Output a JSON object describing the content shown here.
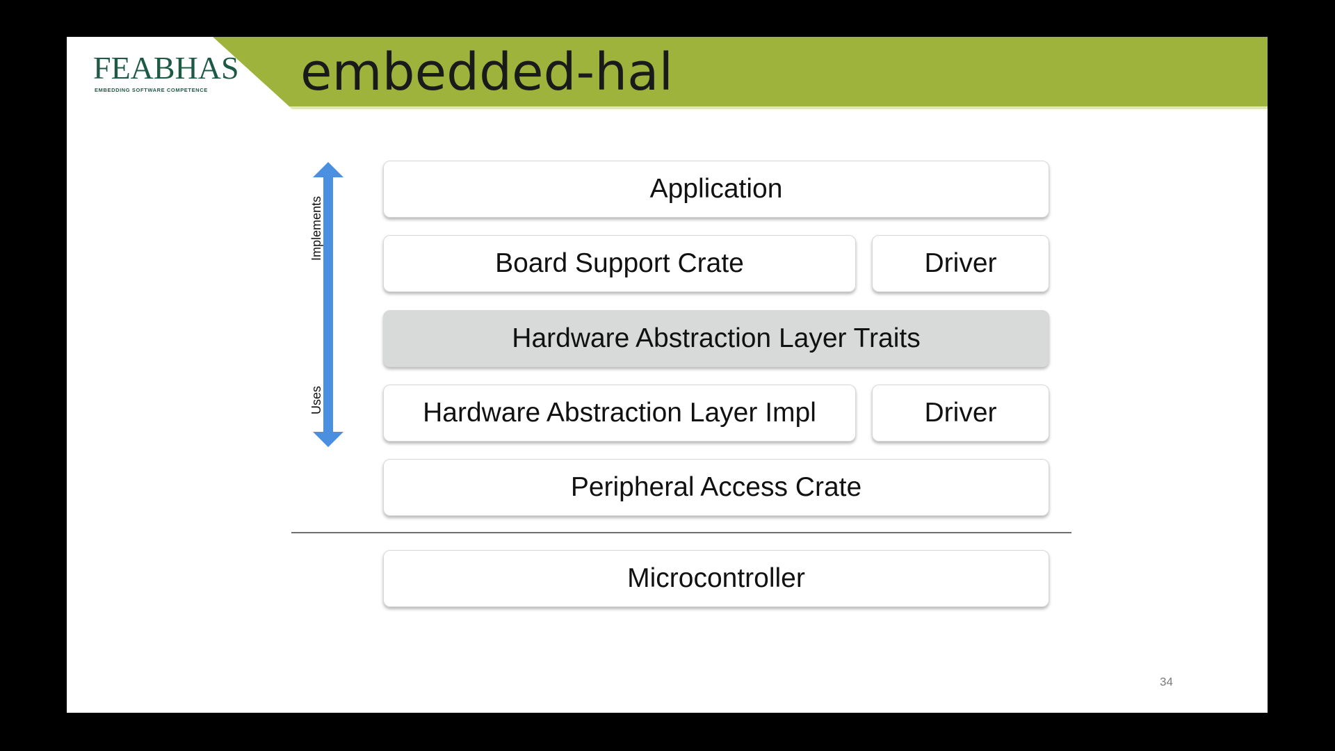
{
  "slide": {
    "title": "embedded-hal",
    "page_number": "34"
  },
  "logo": {
    "wordmark": "FEABHAS",
    "tagline": "EMBEDDING SOFTWARE COMPETENCE",
    "color": "#1e5a43"
  },
  "colors": {
    "header_band": "#9db33c",
    "arrow": "#4a8fe0",
    "traits_box": "#d8d9d9"
  },
  "diagram": {
    "layers": {
      "application": "Application",
      "board_support_crate": "Board Support Crate",
      "driver_top": "Driver",
      "hal_traits": "Hardware Abstraction Layer Traits",
      "hal_impl": "Hardware Abstraction Layer Impl",
      "driver_bottom": "Driver",
      "peripheral_access_crate": "Peripheral Access Crate",
      "microcontroller": "Microcontroller"
    },
    "arrow_labels": {
      "up": "Implements",
      "down": "Uses"
    }
  }
}
